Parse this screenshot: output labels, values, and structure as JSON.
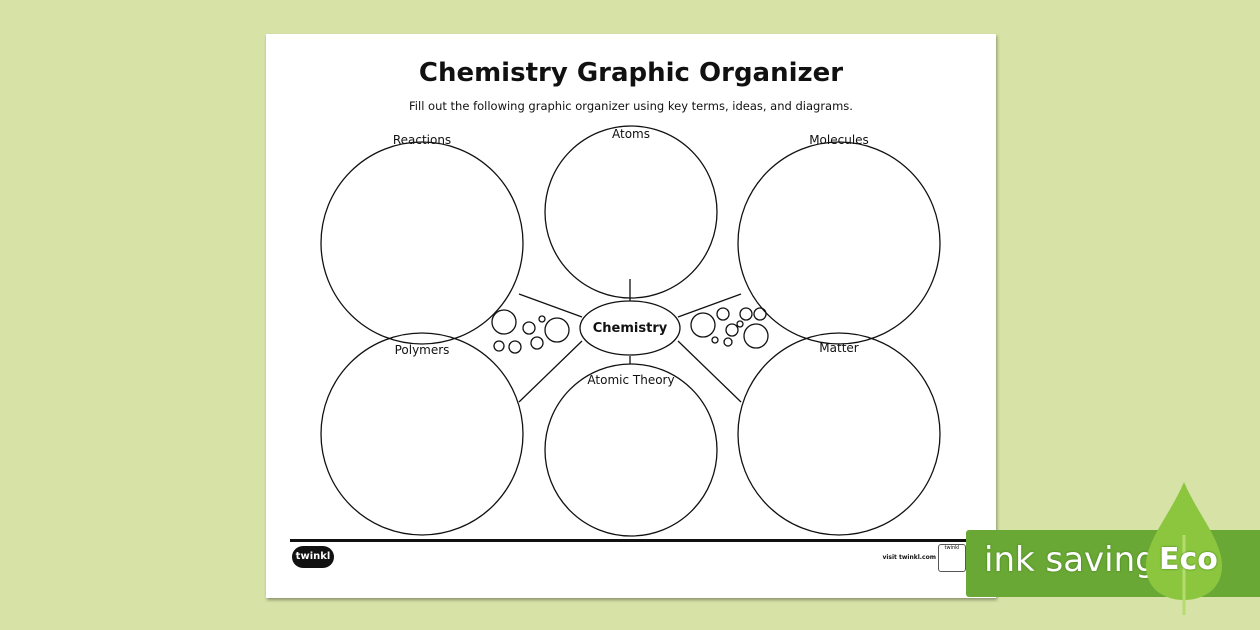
{
  "worksheet": {
    "title": "Chemistry Graphic Organizer",
    "subtitle": "Fill out the following graphic organizer using key terms, ideas, and diagrams.",
    "center_label": "Chemistry",
    "topics": [
      "Reactions",
      "Atoms",
      "Molecules",
      "Polymers",
      "Atomic Theory",
      "Matter"
    ],
    "footer": {
      "logo": "twinkl",
      "visit": "visit twinkl.com",
      "badge": "twinkl"
    }
  },
  "eco_banner": {
    "text": "ink saving",
    "badge": "Eco",
    "color": "#6aa836",
    "drop_color": "#8cc63f"
  }
}
